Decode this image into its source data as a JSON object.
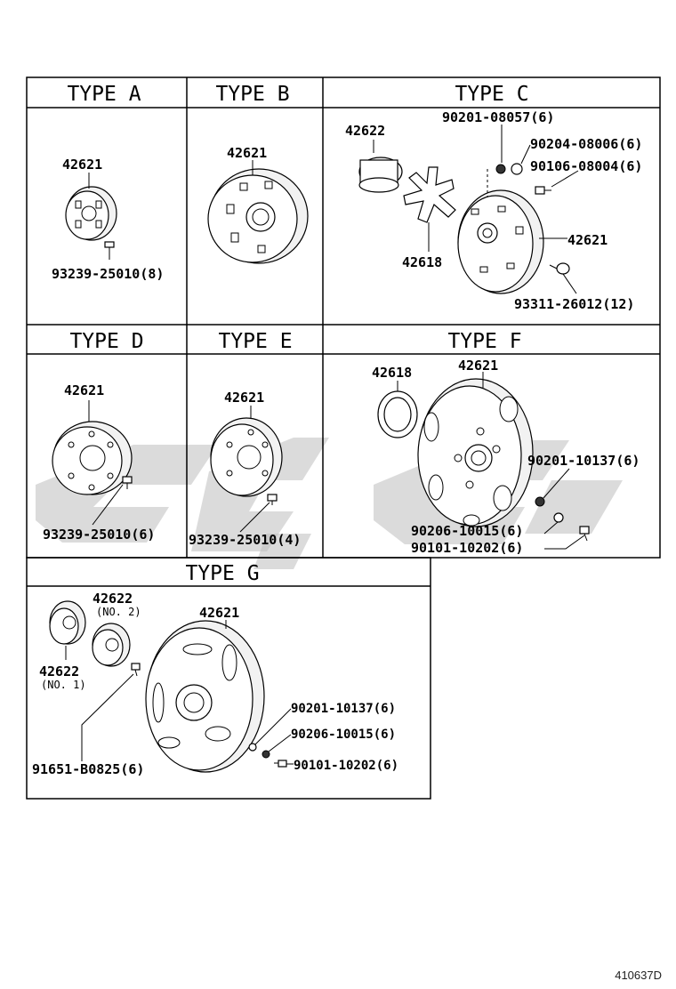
{
  "types": {
    "a": "TYPE A",
    "b": "TYPE B",
    "c": "TYPE C",
    "d": "TYPE D",
    "e": "TYPE E",
    "f": "TYPE F",
    "g": "TYPE G"
  },
  "parts": {
    "a_cap": "42621",
    "a_bolt": "93239-25010(8)",
    "b_cap": "42621",
    "c_hub": "42622",
    "c_nut1": "90201-08057(6)",
    "c_nut2": "90204-08006(6)",
    "c_bolt1": "90106-08004(6)",
    "c_spider": "42618",
    "c_cover": "42621",
    "c_bolt2": "93311-26012(12)",
    "d_cap": "42621",
    "d_bolt": "93239-25010(6)",
    "e_cap": "42621",
    "e_bolt": "93239-25010(4)",
    "f_ring": "42618",
    "f_cover": "42621",
    "f_nut": "90201-10137(6)",
    "f_washer": "90206-10015(6)",
    "f_bolt": "90101-10202(6)",
    "g_hub2": "42622",
    "g_hub2_sub": "(NO. 2)",
    "g_hub1": "42622",
    "g_hub1_sub": "(NO. 1)",
    "g_cover": "42621",
    "g_nut": "90201-10137(6)",
    "g_washer": "90206-10015(6)",
    "g_bolt": "90101-10202(6)",
    "g_screw": "91651-B0825(6)"
  },
  "reference_code": "410637D"
}
